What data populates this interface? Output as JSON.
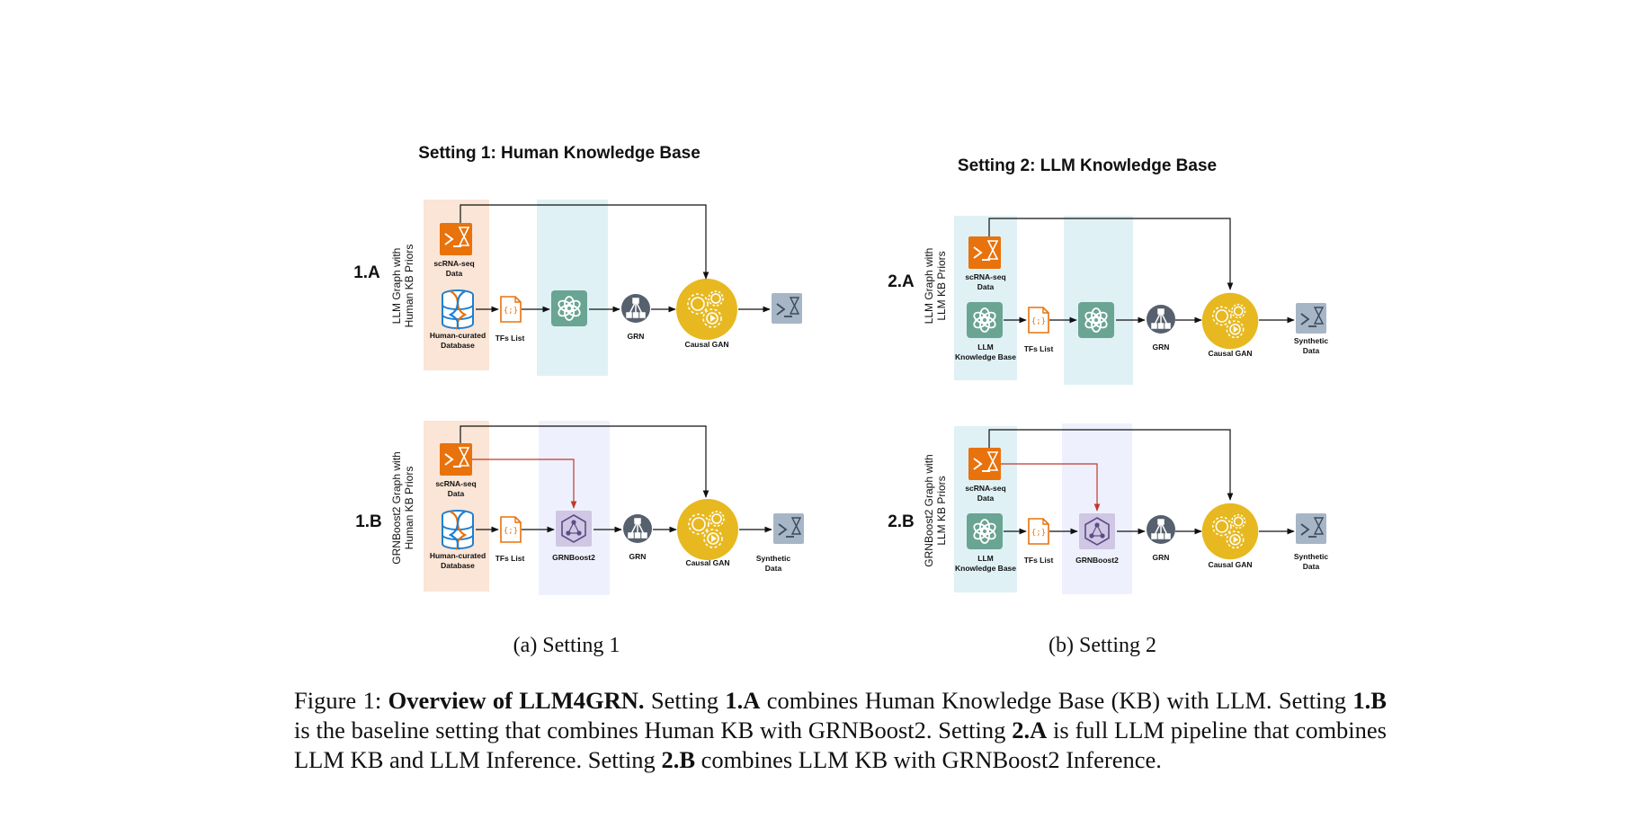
{
  "setting1": {
    "title": "Setting 1: Human Knowledge Base",
    "subcaption": "(a) Setting 1",
    "rowA": {
      "id": "1.A",
      "side_line1": "LLM Graph with",
      "side_line2": "Human KB Priors",
      "scrna_line1": "scRNA-seq",
      "scrna_line2": "Data",
      "db_line1": "Human-curated",
      "db_line2": "Database",
      "tfs": "TFs List",
      "grn": "GRN",
      "gan": "Causal GAN"
    },
    "rowB": {
      "id": "1.B",
      "side_line1": "GRNBoost2 Graph with",
      "side_line2": "Human KB Priors",
      "scrna_line1": "scRNA-seq",
      "scrna_line2": "Data",
      "db_line1": "Human-curated",
      "db_line2": "Database",
      "tfs": "TFs List",
      "method": "GRNBoost2",
      "grn": "GRN",
      "gan": "Causal GAN",
      "synth_line1": "Synthetic",
      "synth_line2": "Data"
    }
  },
  "setting2": {
    "title": "Setting 2: LLM Knowledge Base",
    "subcaption": "(b) Setting 2",
    "rowA": {
      "id": "2.A",
      "side_line1": "LLM Graph with",
      "side_line2": "LLM KB Priors",
      "scrna_line1": "scRNA-seq",
      "scrna_line2": "Data",
      "kb_line1": "LLM",
      "kb_line2": "Knowledge Base",
      "tfs": "TFs List",
      "grn": "GRN",
      "gan": "Causal GAN",
      "synth_line1": "Synthetic",
      "synth_line2": "Data"
    },
    "rowB": {
      "id": "2.B",
      "side_line1": "GRNBoost2 Graph with",
      "side_line2": "LLM KB Priors",
      "scrna_line1": "scRNA-seq",
      "scrna_line2": "Data",
      "kb_line1": "LLM",
      "kb_line2": "Knowledge Base",
      "tfs": "TFs List",
      "method": "GRNBoost2",
      "grn": "GRN",
      "gan": "Causal GAN",
      "synth_line1": "Synthetic",
      "synth_line2": "Data"
    }
  },
  "caption": {
    "label": "Figure 1: ",
    "bold_title": "Overview of LLM4GRN.",
    "t1": " Setting ",
    "b1": "1.A",
    "t2": " combines Human Knowledge Base (KB) with LLM. Setting ",
    "b2": "1.B",
    "t3": " is the baseline setting that combines Human KB with GRNBoost2. Setting ",
    "b3": "2.A",
    "t4": " is full LLM pipeline that combines LLM KB and LLM Inference. Setting ",
    "b4": "2.B",
    "t5": " combines LLM KB with GRNBoost2 Inference."
  },
  "colors": {
    "human_kb_band": "#fbe5d6",
    "llm_kb_band": "#dff1f5",
    "llm_band": "#dff1f5",
    "grnboost_band": "#eef1fd",
    "orange": "#e8720c",
    "llm_green": "#6aa492",
    "grn_slate": "#56606e",
    "gan_yellow": "#e7b820",
    "synth_blue": "#a7b6c6",
    "grnboost_purple": "#cfc7e4",
    "red_arrow": "#c0392b"
  }
}
